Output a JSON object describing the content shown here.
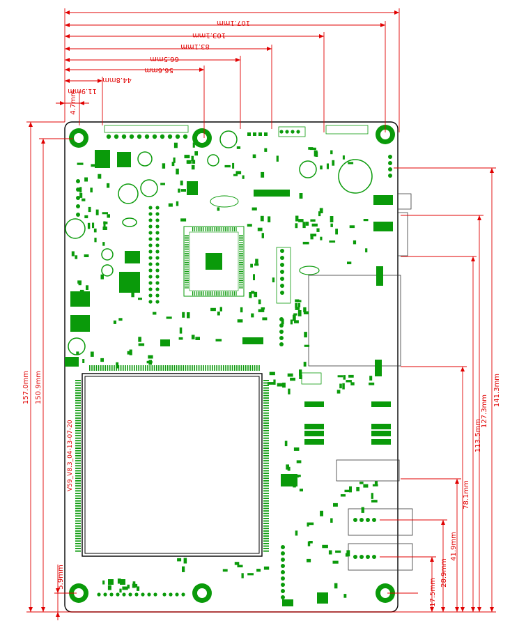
{
  "colors": {
    "dimension": "#e00000",
    "component": "#0a9a0a",
    "board_outline": "#000000",
    "panel_outline": "#000000"
  },
  "top_dimensions": [
    "107.1mm",
    "103.1mm",
    "83.1mm",
    "66.5mm",
    "56.6mm",
    "44.8mm",
    "11.9mm",
    "4.7mm"
  ],
  "right_dimensions": [
    "141.3mm",
    "127.3mm",
    "113.5mm",
    "78.1mm",
    "41.9mm",
    "28.9mm",
    "17.5mm"
  ],
  "left_dimensions": [
    "157.0mm",
    "150.9mm",
    "5.9mm"
  ],
  "panel_label": "V59_V8.3_04-13-07-20",
  "icons": [
    "mounting-hole-icon",
    "dimension-arrow-icon"
  ]
}
